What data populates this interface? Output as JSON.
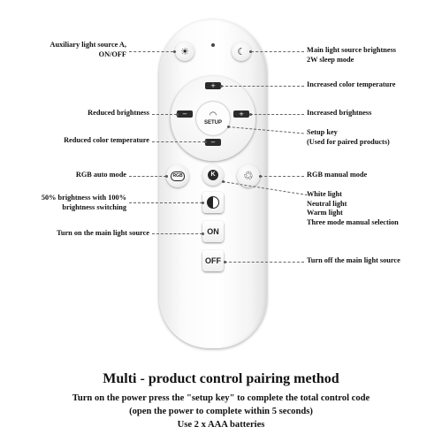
{
  "labels_left": {
    "aux_light_1": "Auxiliary light source A,",
    "aux_light_2": "ON/OFF",
    "reduced_brightness": "Reduced brightness",
    "reduced_color_temp": "Reduced color temperature",
    "rgb_auto": "RGB auto mode",
    "brightness_switch_1": "50% brightness with 100%",
    "brightness_switch_2": "brightness switching",
    "turn_on_main": "Turn on the main light source"
  },
  "labels_right": {
    "main_sleep_1": "Main light source brightness",
    "main_sleep_2": "2W sleep mode",
    "increased_color_temp": "Increased color temperature",
    "increased_brightness": "Increased brightness",
    "setup_key_1": "Setup key",
    "setup_key_2": "(Used for paired products)",
    "rgb_manual": "RGB manual mode",
    "white_light": "White light",
    "neutral_light": "Neutral light",
    "warm_light": "Warm light",
    "three_mode": "Three mode manual selection",
    "turn_off_main": "Turn off the main light source"
  },
  "remote": {
    "setup_label": "SETUP",
    "rgb_badge": "RGB",
    "k_badge": "K",
    "on_label": "ON",
    "off_label": "OFF",
    "plus": "+",
    "minus": "−"
  },
  "footer": {
    "heading": "Multi - product control pairing method",
    "line1": "Turn on the power press the \"setup key\" to complete the total control code",
    "line2": "(open the power to complete within 5 seconds)",
    "line3": "Use 2 x AAA batteries"
  }
}
